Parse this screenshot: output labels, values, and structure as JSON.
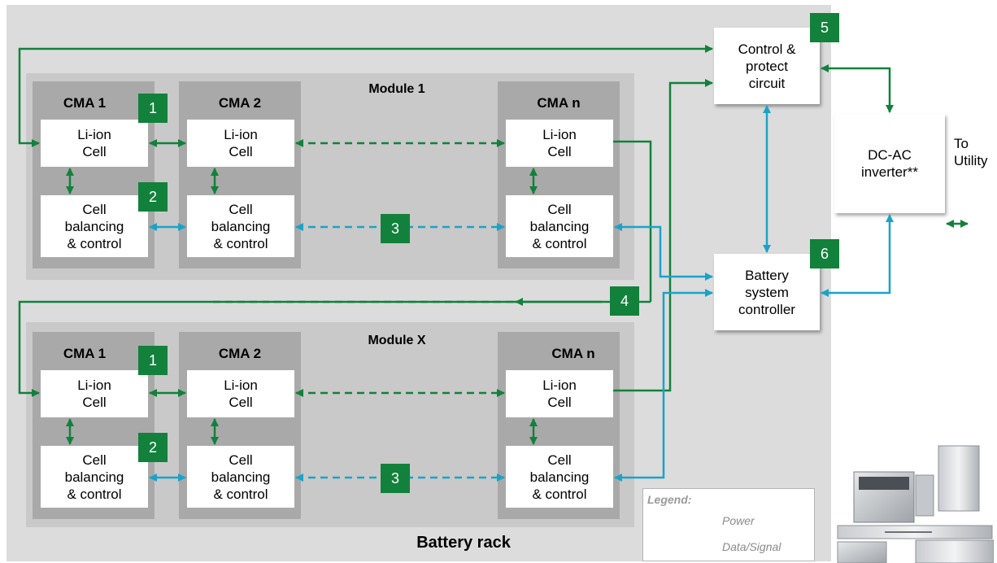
{
  "rack": {
    "title": "Battery rack"
  },
  "modules": [
    {
      "title": "Module 1",
      "cmas": [
        {
          "title": "CMA 1",
          "cell": "Li-ion\nCell",
          "balance": "Cell\nbalancing\n& control"
        },
        {
          "title": "CMA 2",
          "cell": "Li-ion\nCell",
          "balance": "Cell\nbalancing\n& control"
        },
        {
          "title": "CMA n",
          "cell": "Li-ion\nCell",
          "balance": "Cell\nbalancing\n& control"
        }
      ],
      "badges": [
        "1",
        "2",
        "3"
      ]
    },
    {
      "title": "Module X",
      "cmas": [
        {
          "title": "CMA 1",
          "cell": "Li-ion\nCell",
          "balance": "Cell\nbalancing\n& control"
        },
        {
          "title": "CMA 2",
          "cell": "Li-ion\nCell",
          "balance": "Cell\nbalancing\n& control"
        },
        {
          "title": "CMA n",
          "cell": "Li-ion\nCell",
          "balance": "Cell\nbalancing\n& control"
        }
      ],
      "badges": [
        "1",
        "2",
        "3"
      ]
    }
  ],
  "blocks": {
    "control": {
      "label": "Control &\nprotect\ncircuit",
      "badge": "5"
    },
    "bsc": {
      "label": "Battery\nsystem\ncontroller",
      "badge": "6"
    },
    "inverter": {
      "label": "DC-AC\ninverter**"
    },
    "power_badge": "4",
    "to_utility": "To\nUtility"
  },
  "legend": {
    "title": "Legend:",
    "items": [
      {
        "label": "Power",
        "color": "#12813b"
      },
      {
        "label": "Data/Signal",
        "color": "#1aa3c8"
      }
    ]
  },
  "colors": {
    "power": "#12813b",
    "signal": "#1aa3c8",
    "badge": "#12813b"
  },
  "icons": {
    "product": "inverter-battery-product-icon"
  }
}
